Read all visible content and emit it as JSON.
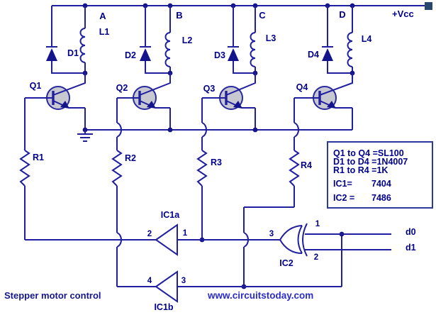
{
  "diagram": {
    "caption": "Stepper motor control",
    "watermark": "www.circuitstoday.com",
    "supply_label": "+Vcc",
    "phases": [
      "A",
      "B",
      "C",
      "D"
    ],
    "coils": [
      "L1",
      "L2",
      "L3",
      "L4"
    ],
    "diodes": [
      "D1",
      "D2",
      "D3",
      "D4"
    ],
    "transistors": [
      "Q1",
      "Q2",
      "Q3",
      "Q4"
    ],
    "resistors": [
      "R1",
      "R2",
      "R3",
      "R4"
    ],
    "inverter_a": {
      "name": "IC1a",
      "out_pin": "2",
      "in_pin": "1"
    },
    "inverter_b": {
      "name": "IC1b",
      "out_pin": "4",
      "in_pin": "3"
    },
    "xor_gate": {
      "name": "IC2",
      "in1_pin": "1",
      "in2_pin": "2",
      "out_pin": "3"
    },
    "inputs": [
      "d0",
      "d1"
    ],
    "notes": {
      "line1": "Q1 to Q4 =SL100",
      "line2": "D1 to D4 =1N4007",
      "line3": "R1 to R4 =1K",
      "ic1_label": "IC1=",
      "ic1_value": "7404",
      "ic2_label": "IC2 =",
      "ic2_value": "7486"
    },
    "colors": {
      "wire": "#1f1f9f",
      "text": "#00008b",
      "watermark": "#2b2bd0",
      "transistor_fill": "#c8c8d0",
      "terminal_square": "#27476f"
    }
  }
}
